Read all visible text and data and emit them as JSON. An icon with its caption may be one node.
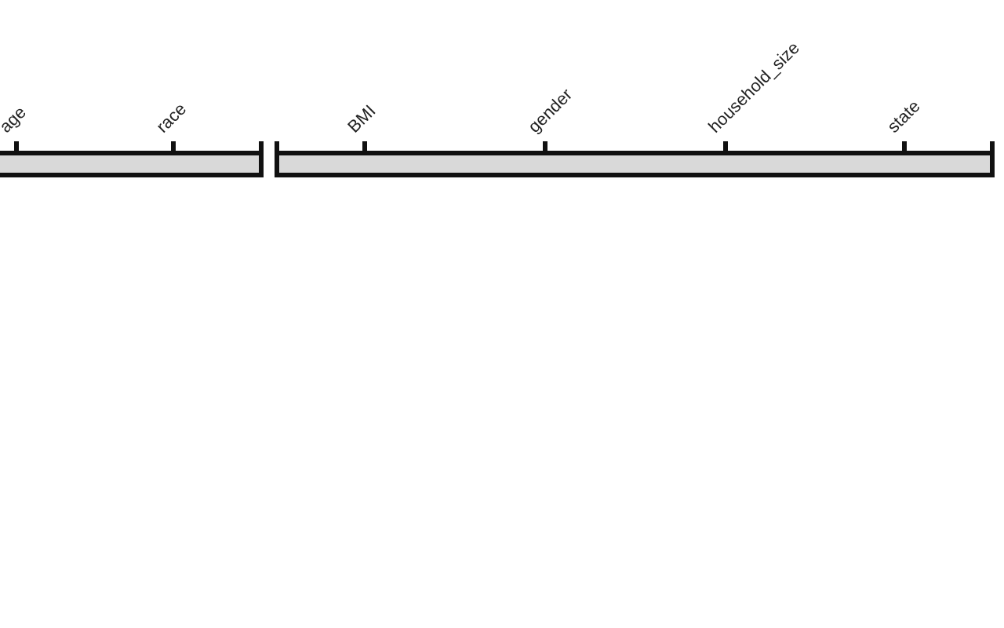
{
  "diagram": {
    "labels": [
      "age",
      "race",
      "BMI",
      "gender",
      "household_size",
      "state"
    ]
  }
}
